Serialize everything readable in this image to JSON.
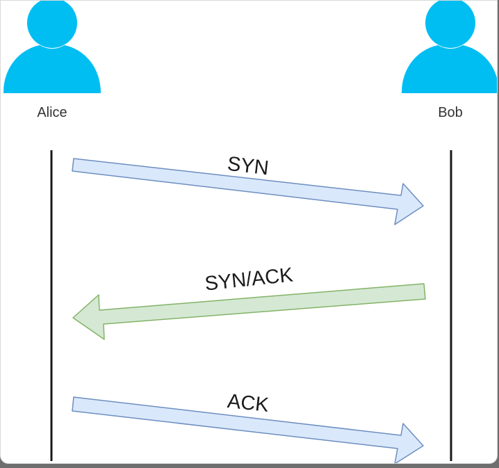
{
  "actors": {
    "left": {
      "name": "Alice",
      "icon": "user-icon"
    },
    "right": {
      "name": "Bob",
      "icon": "user-icon"
    }
  },
  "messages": [
    {
      "label": "SYN",
      "direction": "Alice → Bob",
      "color": "#dae8fc",
      "stroke": "#6c8ebf"
    },
    {
      "label": "SYN/ACK",
      "direction": "Bob → Alice",
      "color": "#d5e8d4",
      "stroke": "#82b366"
    },
    {
      "label": "ACK",
      "direction": "Alice → Bob",
      "color": "#dae8fc",
      "stroke": "#6c8ebf"
    }
  ],
  "colors": {
    "actor_fill": "#00bef2",
    "lifeline": "#1a1a1a"
  }
}
